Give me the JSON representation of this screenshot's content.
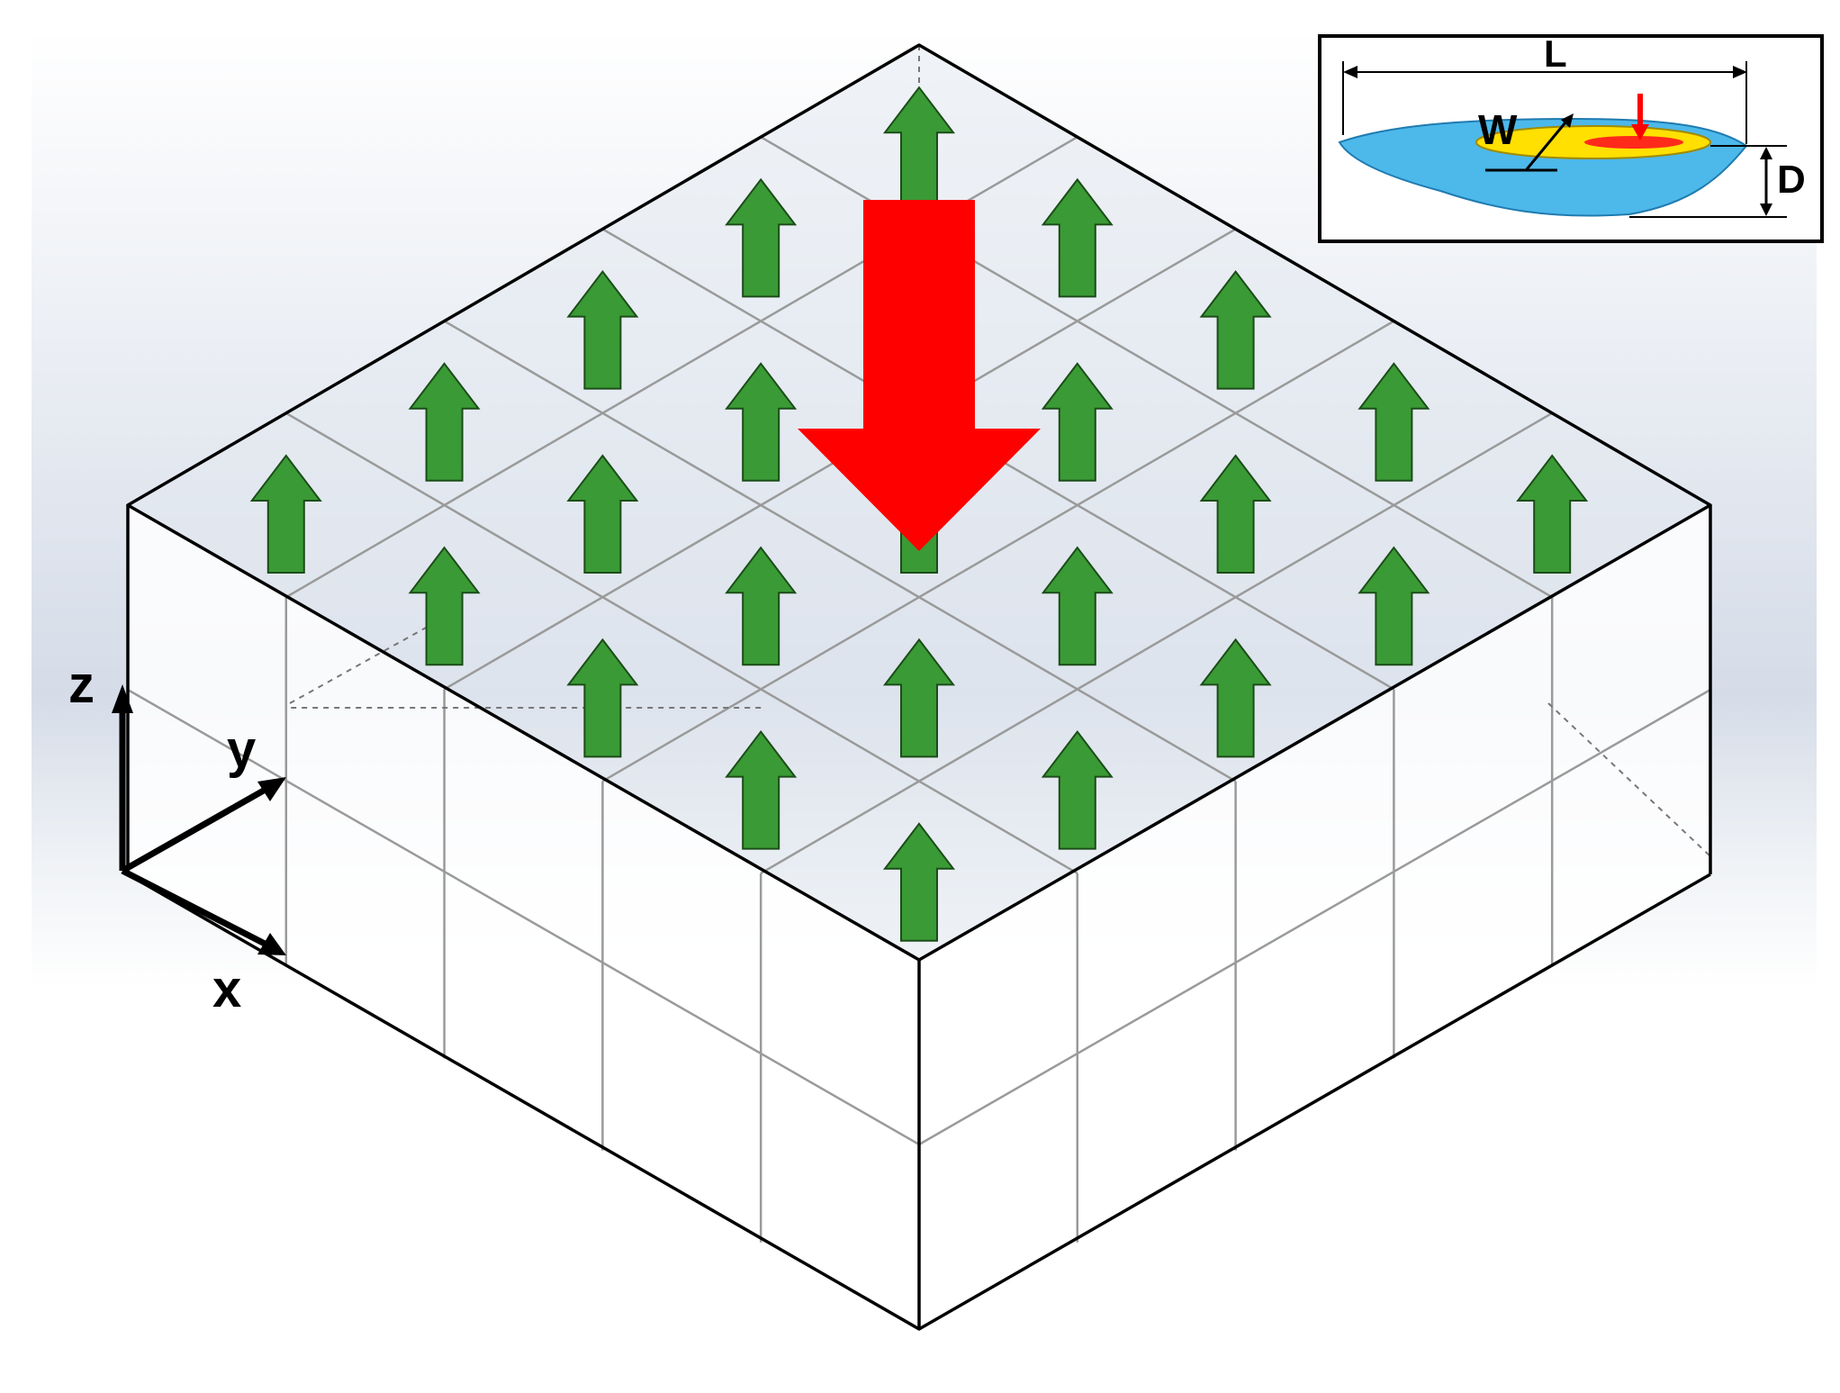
{
  "axes": {
    "z_label": "z",
    "y_label": "y",
    "x_label": "x"
  },
  "inset": {
    "length_label": "L",
    "width_label": "W",
    "depth_label": "D"
  },
  "colors": {
    "upward_arrow_fill": "#3a9a35",
    "upward_arrow_stroke": "#1b4d18",
    "downward_arrow_fill": "#ff0000",
    "outer_ellipse": "#4db8ea",
    "middle_ellipse": "#ffe000",
    "inner_ellipse": "#ff2a1a"
  },
  "grid": {
    "rows": 5,
    "cols": 5,
    "vertical_layers": 2
  },
  "icons": {
    "upward": "arrow-up-icon",
    "downward": "arrow-down-icon"
  }
}
